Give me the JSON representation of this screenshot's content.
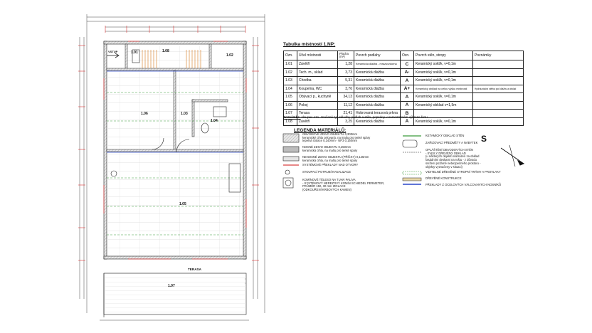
{
  "table": {
    "title": "Tabulka místností 1.NP:",
    "headers": {
      "ozn": "Ozn.",
      "use": "Účel místnosti",
      "area": "Plocha (m²)",
      "floor": "Povrch podlahy",
      "cls": "Ozn.",
      "wall": "Povrch stěn, stropy",
      "remark": "Poznámky"
    },
    "rows": [
      {
        "ozn": "1.01",
        "use": "Závětří",
        "area": "1,28",
        "floor": "Keramická dlažba - mrazuvzdorná",
        "cls": "C",
        "wall": "Keramický sokl/k, v=0,1m",
        "remark": ""
      },
      {
        "ozn": "1.02",
        "use": "Tech. m., sklad",
        "area": "3,73",
        "floor": "Keramická dlažba",
        "cls": "A-",
        "wall": "Keramický sokl/k, v=0,1m",
        "remark": ""
      },
      {
        "ozn": "1.03",
        "use": "Chodba",
        "area": "5,31",
        "floor": "Keramická dlažba",
        "cls": "A",
        "wall": "Keramický sokl/k, v=0,1m",
        "remark": ""
      },
      {
        "ozn": "1.04",
        "use": "Koupelna, WC",
        "area": "3,76",
        "floor": "Keramická dlažba",
        "cls": "A+",
        "wall": "Keramický obklad na celou výšku místnosti",
        "remark": "Hydroizolační stěrka pod dlažbu a obklad"
      },
      {
        "ozn": "1.05",
        "use": "Obývací p., kuchyně",
        "area": "34,13",
        "floor": "Keramická dlažba",
        "cls": "A",
        "wall": "Keramický sokl/k, v=0,1m",
        "remark": ""
      },
      {
        "ozn": "1.06",
        "use": "Pokoj",
        "area": "11,12",
        "floor": "Keramická dlažba",
        "cls": "A",
        "wall": "Keramický obklad v=1,5m",
        "remark": ""
      },
      {
        "ozn": "1.07",
        "use": "Terasa",
        "area": "21,41",
        "floor": "Hobrovaná terasová prkna",
        "cls": "B",
        "wall": "",
        "remark": ""
      },
      {
        "ozn": "1.08",
        "use": "Závětří",
        "area": "3,25",
        "floor": "Keramická dlažba",
        "cls": "A",
        "wall": "Keramický sokl/k, v=0,1m",
        "remark": ""
      }
    ],
    "note_label": "Poznámka:",
    "note_text": "sloupec ozn. značené typ skladby podlah a stěn, popsány v samostatném výkrese řezu"
  },
  "legend": {
    "title": "LEGENDA MATERIÁLŮ:",
    "items": [
      {
        "text": "OBVODOVÉ ZDIVO OBJEKTU 0,300mm\nkeramické cihla celovaná, na maltu pro tenké spáry\ntepelná izolace 0,240mm - NP3 0,150mm"
      },
      {
        "text": "NOSNÉ ZDIVO OBJEKTU 0,250mm\nkeramická cihla, na maltu pro tenké spáry"
      },
      {
        "text": "NENOSNÉ ZDIVO OBJEKTU (PŘÍČKY) 0,125mm\nkeramická cihla, na maltu pro tenké spáry"
      },
      {
        "text": "SYSTÉMOVÉ PŘEKLADY NAD OTVORY"
      },
      {
        "text": "STOUPACÍ POTRUBÍ KANALIZACE"
      },
      {
        "text": "KOMÍNOVÉ TĚLESO NA TUHÁ PALIVA\n- SYSTÉMOVÝ NEREZOVÝ KOMÍN SCHIEDEL PERMETER,\nPRŮMĚR 150, 30 mm IZOLACE\n(ODKOUŘENÍ KRBOVÝCH KAMEN)"
      },
      {
        "text": "KETAMICKÝ OBKLAD STĚN"
      },
      {
        "text": "ZAŘIZOVACÍ PŘEDMĚTY A NÁBYTEK"
      },
      {
        "text": "OPLÁŠTĚNÍ OBVODOVÝCH STĚN\n- SVISLÝ DŘEVĚNÝ OBKLAD\n(u některých objektů nahrazen za obklad\nfasádními deskami na roštu - z důvodu\nsnížení požárně nebezpečného prostoru -\nobjekty vyznačeny v situaci)"
      },
      {
        "text": "VIDITELNÉ DŘEVĚNÉ STROPNÍ TRÁMY A PROVLAKY"
      },
      {
        "text": "DŘEVĚNÉ KONSTRUKCE"
      },
      {
        "text": "PŘEKLADY Z OCELOVÝCH VÁLCOVANÝCH NOSNÍKŮ"
      }
    ]
  },
  "plan": {
    "rooms": [
      {
        "label": "1.01"
      },
      {
        "label": "1.08"
      },
      {
        "label": "1.02"
      },
      {
        "label": "1.06"
      },
      {
        "label": "1.03"
      },
      {
        "label": "1.04"
      },
      {
        "label": "1.05"
      },
      {
        "label": "1.07"
      }
    ],
    "terrace_label": "TERASA",
    "entry_label": "VSTUP"
  },
  "colors": {
    "line": "#1f1f1f",
    "hatch": "#c7c7c7",
    "red": "#d94040",
    "green": "#3a9a3a",
    "blue": "#2a46c8"
  }
}
